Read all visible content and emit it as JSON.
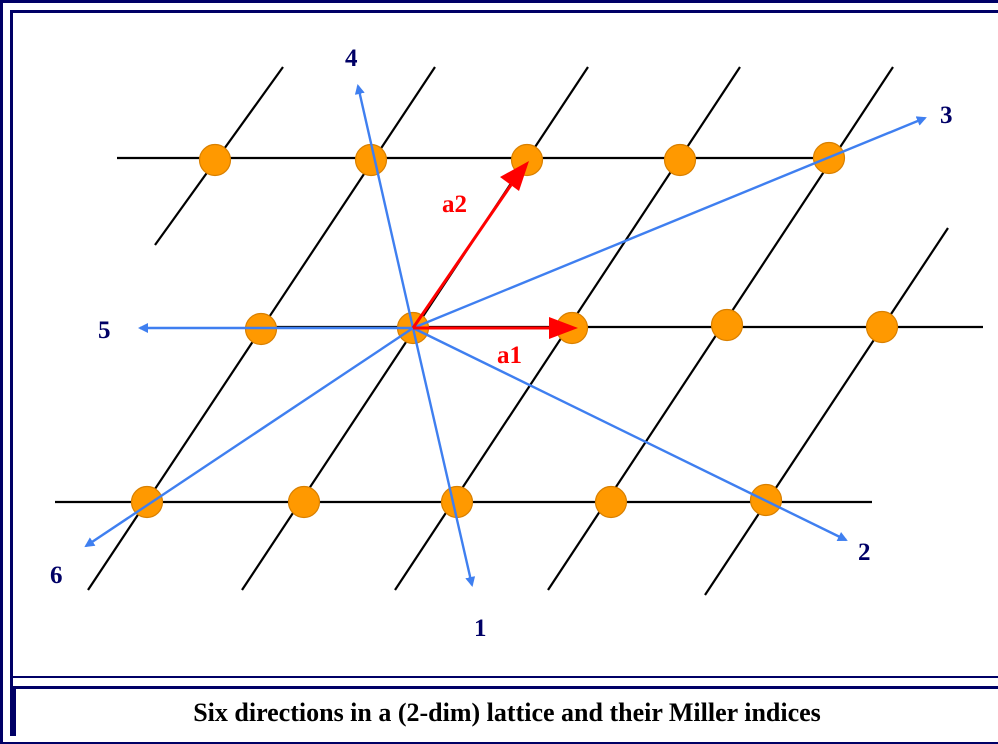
{
  "caption": "Six directions in a (2-dim) lattice and their Miller indices",
  "colors": {
    "border": "#000066",
    "lattice_line": "#000000",
    "lattice_point": "#ff9900",
    "direction_arrow": "#3f7ff0",
    "basis_vector": "#ff0000",
    "direction_label": "#000066"
  },
  "basis_vectors": [
    {
      "label": "a1"
    },
    {
      "label": "a2"
    }
  ],
  "directions": [
    {
      "label": "1"
    },
    {
      "label": "2"
    },
    {
      "label": "3"
    },
    {
      "label": "4"
    },
    {
      "label": "5"
    },
    {
      "label": "6"
    }
  ]
}
